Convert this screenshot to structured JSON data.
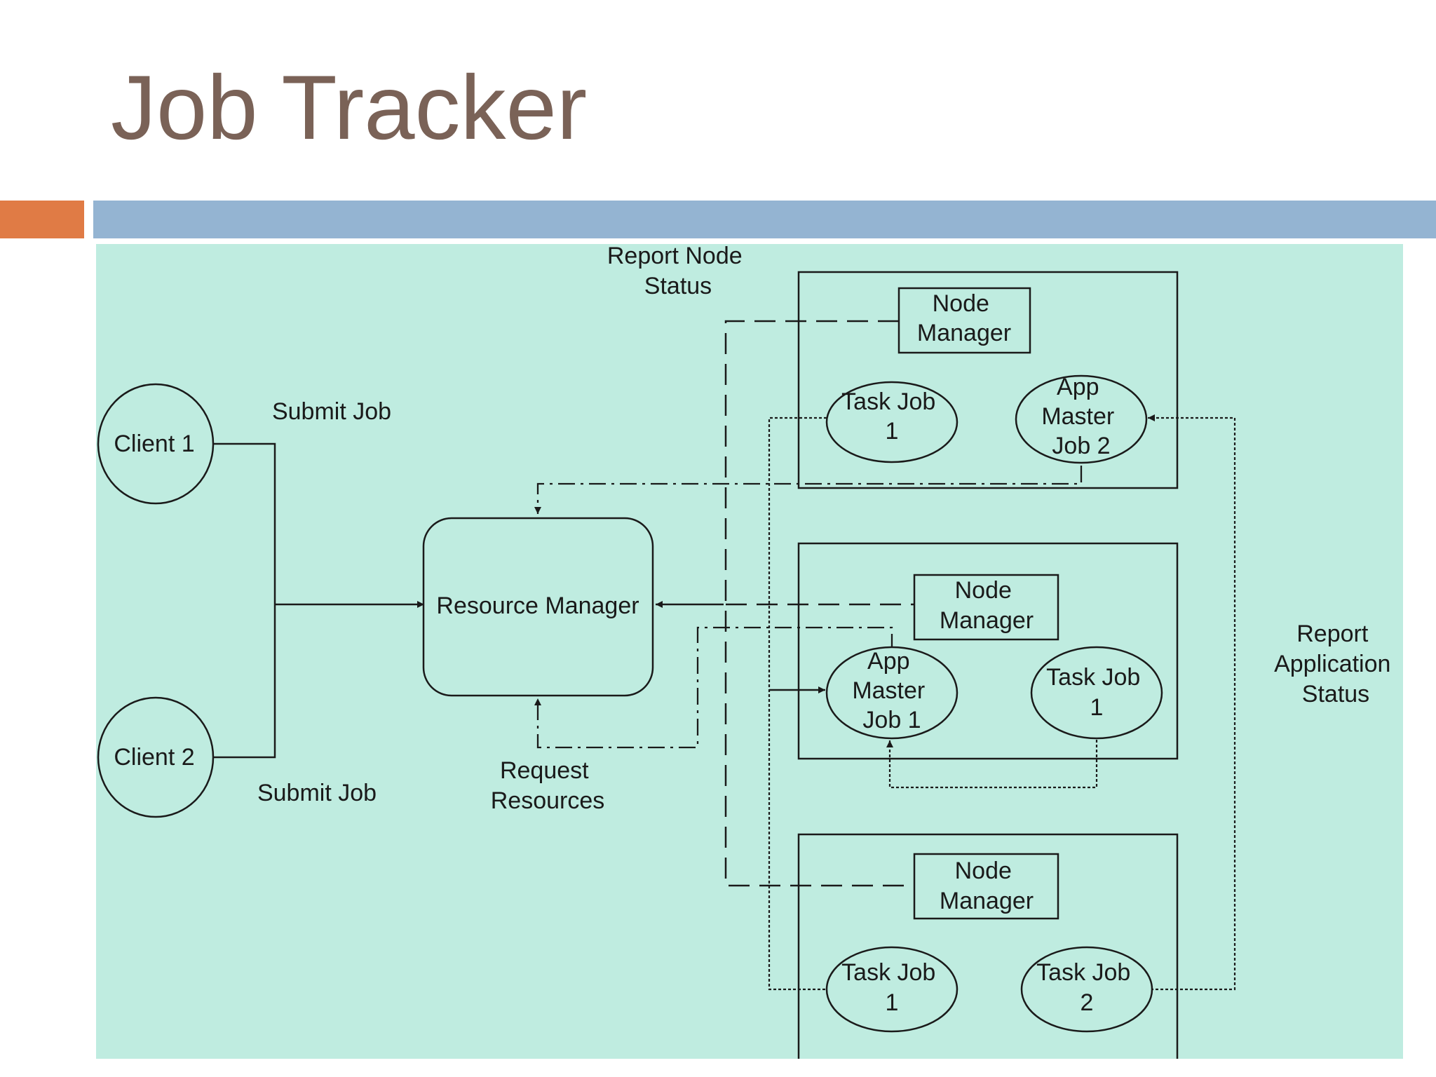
{
  "slide": {
    "title": "Job Tracker"
  },
  "colors": {
    "title": "#7a6257",
    "accent": "#e07b45",
    "rule": "#94b4d2",
    "diagram_bg": "#bfece0"
  },
  "diagram": {
    "clients": {
      "client1": "Client 1",
      "client2": "Client 2"
    },
    "resource_manager": "Resource Manager",
    "node_manager": [
      "Node",
      "Manager"
    ],
    "node1": {
      "task": [
        "Task Job",
        "1"
      ],
      "app_master": [
        "App",
        "Master",
        "Job 2"
      ]
    },
    "node2": {
      "app_master": [
        "App",
        "Master",
        "Job 1"
      ],
      "task": [
        "Task Job",
        "1"
      ]
    },
    "node3": {
      "task1": [
        "Task Job",
        "1"
      ],
      "task2": [
        "Task Job",
        "2"
      ]
    },
    "labels": {
      "submit_job_top": "Submit Job",
      "submit_job_bottom": "Submit Job",
      "report_node_status": [
        "Report Node",
        "Status"
      ],
      "request_resources": [
        "Request",
        "Resources"
      ],
      "report_application_status": [
        "Report",
        "Application",
        "Status"
      ]
    }
  }
}
